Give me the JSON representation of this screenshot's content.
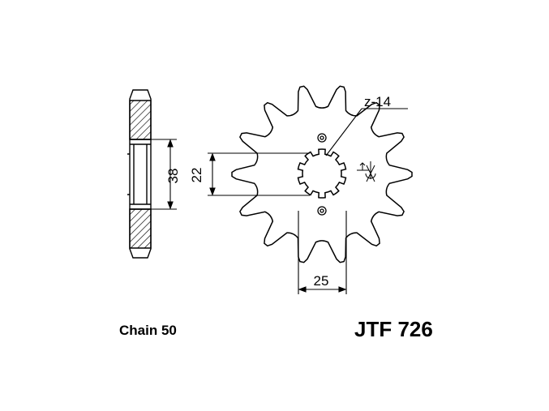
{
  "drawing": {
    "teeth_count_label": "z-14",
    "hub_width_label": "38",
    "bore_label": "22",
    "bolt_spacing_label": "25",
    "teeth_count": 14
  },
  "caption": {
    "chain": "Chain 50",
    "part_number": "JTF 726"
  }
}
